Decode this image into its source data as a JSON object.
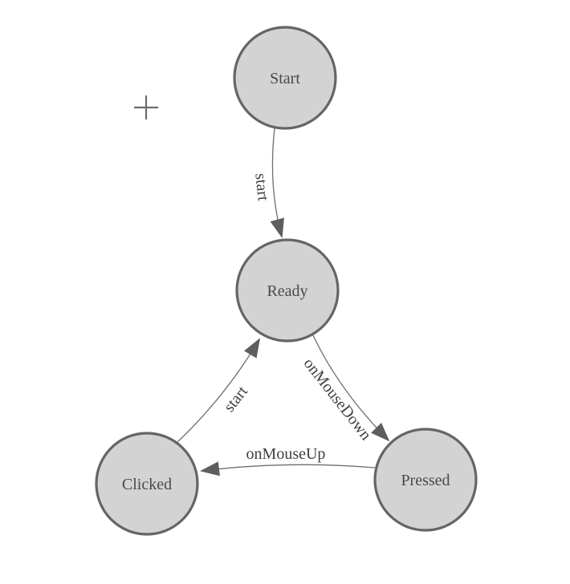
{
  "diagram": {
    "type": "state-machine",
    "nodes": [
      {
        "id": "start",
        "label": "Start"
      },
      {
        "id": "ready",
        "label": "Ready"
      },
      {
        "id": "clicked",
        "label": "Clicked"
      },
      {
        "id": "pressed",
        "label": "Pressed"
      }
    ],
    "edges": [
      {
        "from": "Start",
        "to": "Ready",
        "label": "start"
      },
      {
        "from": "Ready",
        "to": "Pressed",
        "label": "onMouseDown"
      },
      {
        "from": "Pressed",
        "to": "Clicked",
        "label": "onMouseUp"
      },
      {
        "from": "Clicked",
        "to": "Ready",
        "label": "start"
      }
    ],
    "icons": {
      "cursor": "plus-crosshair-icon"
    },
    "colors": {
      "background": "#ffffff",
      "node_fill": "#d3d3d3",
      "node_border": "#656565",
      "edge_line": "#6e6e6e",
      "arrowhead": "#5e5e5e",
      "node_text": "#4a4a4a",
      "edge_text": "#3f3f3f",
      "crosshair": "#6b6b6b"
    }
  }
}
